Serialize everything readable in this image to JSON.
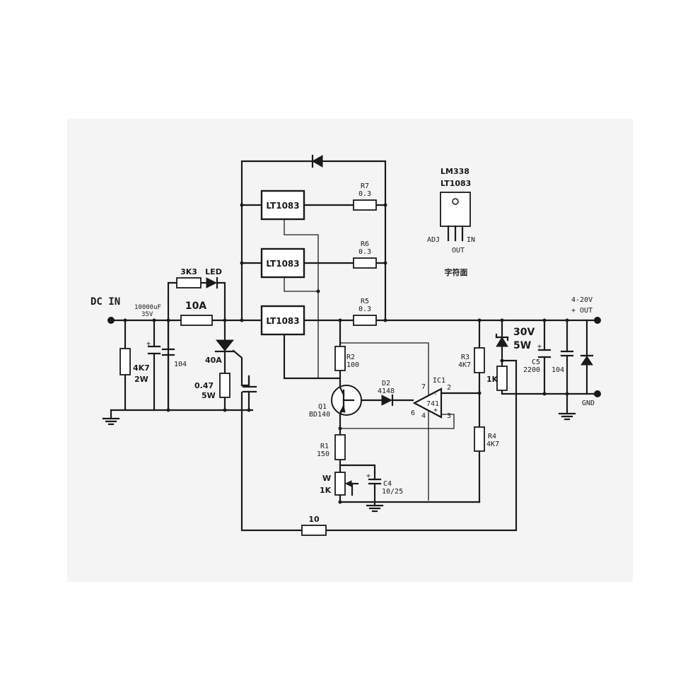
{
  "input": {
    "label": "DC IN"
  },
  "output": {
    "voltage": "4-20V",
    "plus": "+ OUT",
    "gnd": "GND"
  },
  "package": {
    "title1": "LM338",
    "title2": "LT1083",
    "pin_adj": "ADJ",
    "pin_out": "OUT",
    "pin_in": "IN",
    "caption": "字符面"
  },
  "regulators": {
    "u1": "LT1083",
    "u2": "LT1083",
    "u3": "LT1083"
  },
  "components": {
    "r7_name": "R7",
    "r7_value": "0.3",
    "r6_name": "R6",
    "r6_value": "0.3",
    "r5_name": "R5",
    "r5_value": "0.3",
    "r_3k3": "3K3",
    "led": "LED",
    "fuse": "10A",
    "cap_bulk_value": "10000uF",
    "cap_bulk_voltage": "35V",
    "cap_104_in": "104",
    "r_4k7_value": "4K7",
    "r_4k7_power": "2W",
    "scr": "40A",
    "r_047_value": "0.47",
    "r_047_power": "5W",
    "r2_name": "R2",
    "r2_value": "100",
    "d2_name": "D2",
    "d2_value": "4148",
    "q1_name": "Q1",
    "q1_value": "BD140",
    "ic1_name": "IC1",
    "ic1_value": "741",
    "pin7": "7",
    "pin6": "6",
    "pin2": "2",
    "pin4": "4",
    "pin3": "3",
    "r3_name": "R3",
    "r3_value": "4K7",
    "r4_name": "R4",
    "r4_value": "4K7",
    "r1_name": "R1",
    "r1_value": "150",
    "pot_name": "W",
    "pot_value": "1K",
    "c4_name": "C4",
    "c4_value": "10/25",
    "r_10": "10",
    "zener_voltage": "30V",
    "zener_power": "5W",
    "r_1k": "1K",
    "c5_name": "C5",
    "c5_value": "2200",
    "cap_104_out": "104",
    "cap_plus": "+"
  }
}
